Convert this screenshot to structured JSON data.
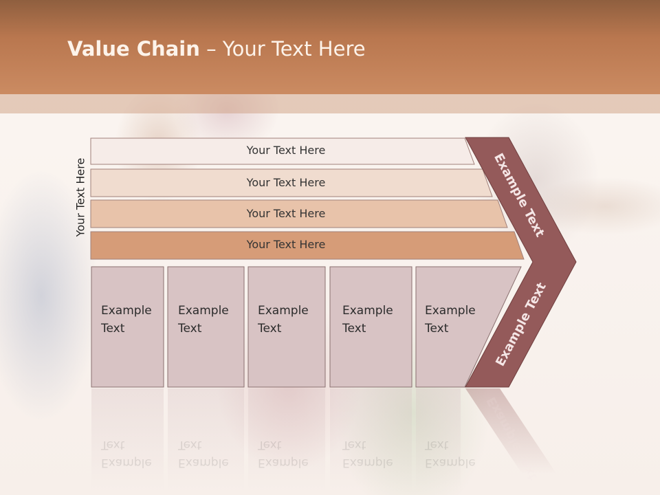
{
  "slide": {
    "title_bold": "Value Chain",
    "title_rest": " – Your Text Here"
  },
  "left_label": "Your Text Here",
  "bars": [
    {
      "label": "Your Text Here"
    },
    {
      "label": "Your Text Here"
    },
    {
      "label": "Your Text Here"
    },
    {
      "label": "Your Text Here"
    }
  ],
  "boxes": [
    {
      "line1": "Example",
      "line2": "Text"
    },
    {
      "line1": "Example",
      "line2": "Text"
    },
    {
      "line1": "Example",
      "line2": "Text"
    },
    {
      "line1": "Example",
      "line2": "Text"
    },
    {
      "line1": "Example",
      "line2": "Text"
    }
  ],
  "chevron": {
    "upper_label": "Example Text",
    "lower_label": "Example Text"
  },
  "colors": {
    "header": "#b9774f",
    "bar1": "#f6ece8",
    "bar2": "#f0dccf",
    "bar3": "#e8c3aa",
    "bar4": "#d69c78",
    "box": "#d8c3c4",
    "chevron": "#945a5a"
  }
}
